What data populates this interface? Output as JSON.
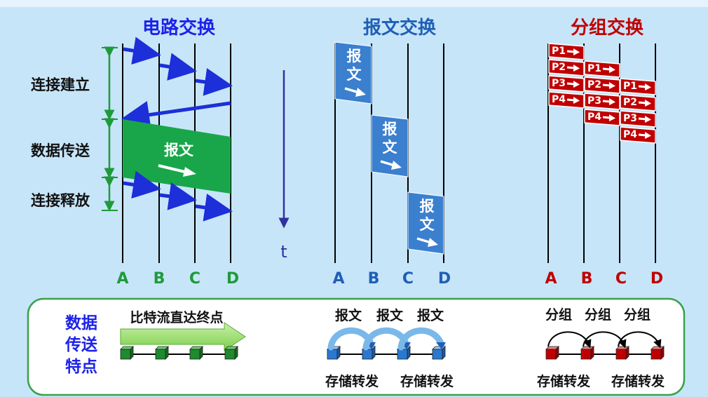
{
  "colors": {
    "background": "#c7e5f9",
    "circuit": "#1c2fd8",
    "message": "#1f5fb5",
    "packet": "#c00000",
    "node_green": "#1f9a3a",
    "node_blue": "#1f5fb5",
    "node_red": "#c00000",
    "data_block_green": "#19a64a",
    "message_block": "#3b7fcf",
    "packet_block": "#c00000",
    "legend_border": "#3aa14a"
  },
  "circuit_switching": {
    "title": "电路交换",
    "phases": [
      "连接建立",
      "数据传送",
      "连接释放"
    ],
    "data_block_label": "报文",
    "nodes": [
      "A",
      "B",
      "C",
      "D"
    ]
  },
  "message_switching": {
    "title": "报文交换",
    "block_label_top": "报",
    "block_label_bottom": "文",
    "nodes": [
      "A",
      "B",
      "C",
      "D"
    ]
  },
  "packet_switching": {
    "title": "分组交换",
    "packets": [
      "P1",
      "P2",
      "P3",
      "P4"
    ],
    "nodes": [
      "A",
      "B",
      "C",
      "D"
    ]
  },
  "time_axis": {
    "label": "t"
  },
  "legend": {
    "title_lines": [
      "数据",
      "传送",
      "特点"
    ],
    "circuit_text": "比特流直达终点",
    "message_top_labels": [
      "报文",
      "报文",
      "报文"
    ],
    "message_bottom_labels": [
      "存储转发",
      "存储转发"
    ],
    "packet_top_labels": [
      "分组",
      "分组",
      "分组"
    ],
    "packet_bottom_labels": [
      "存储转发",
      "存储转发"
    ]
  }
}
